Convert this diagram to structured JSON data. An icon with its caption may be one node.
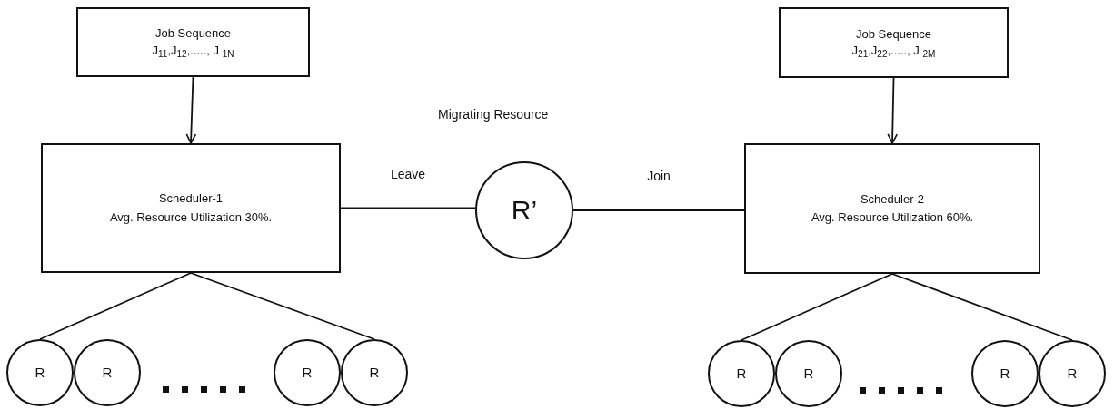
{
  "diagram": {
    "nodes": [
      {
        "text": [
          "Job Sequence",
          "J$_{11}$,J$_{12}$,....., J $_{1N}$"
        ]
      },
      {
        "text": [
          "Scheduler-1",
          "Avg. Resource Utilization 30%."
        ]
      },
      {
        "text": [
          "R’"
        ]
      },
      {
        "text": [
          "Job Sequence",
          "J$_{21}$,J$_{22}$,....., J $_{2M}$"
        ]
      },
      {
        "text": [
          "Scheduler-2",
          "Avg. Resource Utilization 60%."
        ]
      },
      {
        "text": [
          "R"
        ]
      },
      {
        "text": [
          "R"
        ]
      },
      {
        "text": [
          "R"
        ]
      },
      {
        "text": [
          "R"
        ]
      },
      {
        "text": [
          "R"
        ]
      },
      {
        "text": [
          "R"
        ]
      },
      {
        "text": [
          "R"
        ]
      },
      {
        "text": [
          "R"
        ]
      }
    ],
    "edges": [
      {
        "from": 0,
        "to": 1,
        "arrow": "to"
      },
      {
        "from": 3,
        "to": 4,
        "arrow": "to"
      },
      {
        "from": 1,
        "to": 2,
        "arrow": "none",
        "label": "Leave"
      },
      {
        "from": 2,
        "to": 4,
        "arrow": "none",
        "label": "Join"
      },
      {
        "from": 1,
        "to": 5,
        "arrow": "none"
      },
      {
        "from": 1,
        "to": 8,
        "arrow": "none"
      },
      {
        "from": 4,
        "to": 9,
        "arrow": "none"
      },
      {
        "from": 4,
        "to": 12,
        "arrow": "none"
      }
    ],
    "labels": [
      "Migrating Resource"
    ]
  }
}
